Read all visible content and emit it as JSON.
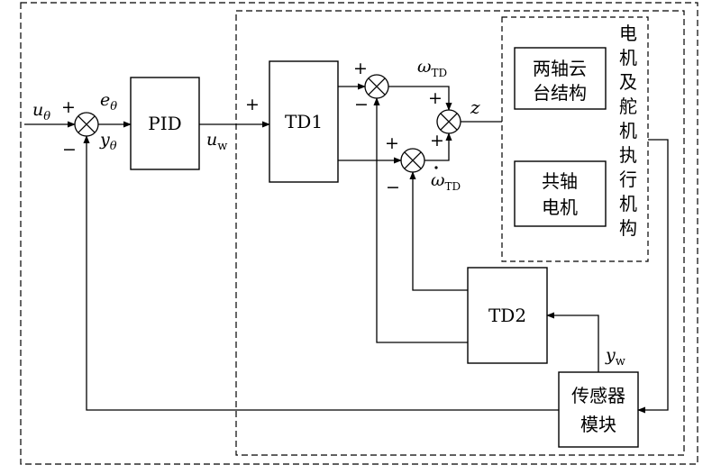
{
  "blocks": {
    "pid": "PID",
    "td1": "TD1",
    "td2": "TD2",
    "gimbal": [
      "两轴云",
      "台结构"
    ],
    "coaxial": [
      "共轴",
      "电机"
    ],
    "actuator": [
      "电",
      "机",
      "及",
      "舵",
      "机",
      "执",
      "行",
      "机",
      "构"
    ],
    "sensor": [
      "传感器",
      "模块"
    ]
  },
  "signals": {
    "u_theta": {
      "main": "u",
      "sub": "θ"
    },
    "e_theta": {
      "main": "e",
      "sub": "θ"
    },
    "y_theta": {
      "main": "y",
      "sub": "θ"
    },
    "u_w": {
      "main": "u",
      "sub": "w"
    },
    "omega_td": {
      "main": "ω",
      "sub": "TD"
    },
    "omega_dot_td": {
      "main": "ω",
      "sub": "TD"
    },
    "z": "z",
    "y_w": {
      "main": "y",
      "sub": "w"
    }
  },
  "signs": {
    "plus": "+",
    "minus": "−"
  }
}
